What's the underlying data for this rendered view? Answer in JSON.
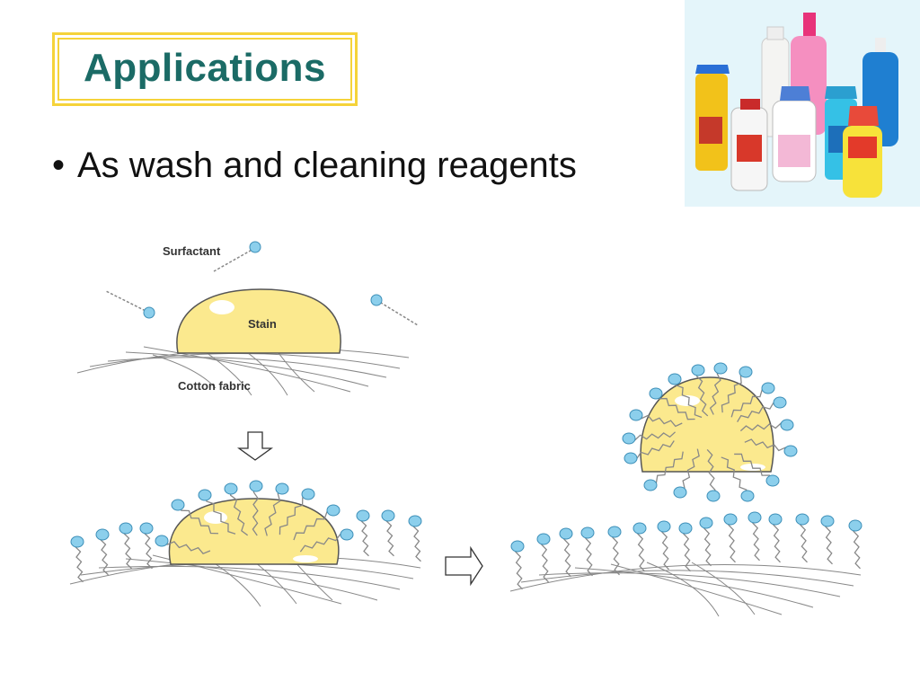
{
  "slide": {
    "title": "Applications",
    "bullet": "As wash and cleaning reagents"
  },
  "diagram": {
    "label_surfactant": "Surfactant",
    "label_stain": "Stain",
    "label_cotton_fabric": "Cotton fabric"
  },
  "colors": {
    "title_text": "#1b6b66",
    "title_border": "#f5d33a",
    "stain_fill": "#fbe98e",
    "surfactant_head": "#8ccfec"
  },
  "icons": {
    "down_arrow": "hollow-down-arrow-icon",
    "right_arrow": "hollow-right-arrow-icon"
  }
}
